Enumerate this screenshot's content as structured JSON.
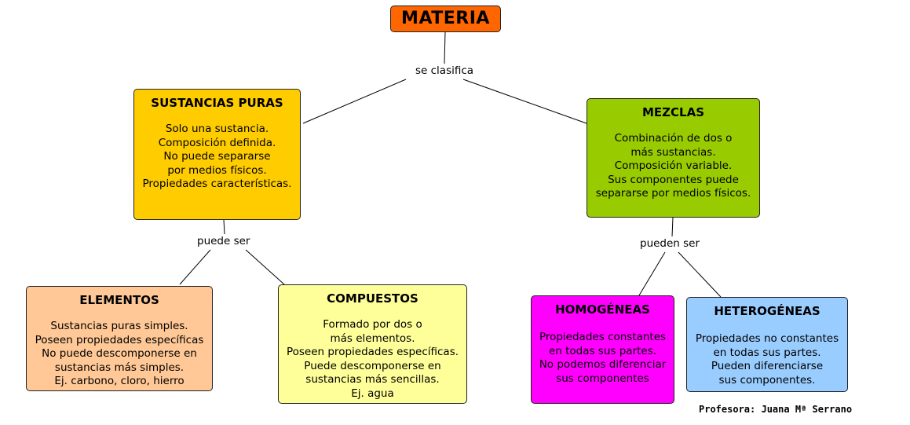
{
  "colors": {
    "materia": "#ff6600",
    "sustancias_puras": "#ffcc00",
    "mezclas": "#99cc00",
    "elementos": "#ffc896",
    "compuestos": "#ffff99",
    "homogeneas": "#ff00ff",
    "heterogeneas": "#99ccff"
  },
  "root": {
    "title": "MATERIA"
  },
  "links": {
    "se_clasifica": "se clasifica",
    "puede_ser": "puede ser",
    "pueden_ser": "pueden ser"
  },
  "nodes": {
    "sustancias_puras": {
      "title": "SUSTANCIAS PURAS",
      "body": "Solo una sustancia.\nComposición definida.\nNo puede separarse\npor medios físicos.\nPropiedades características."
    },
    "mezclas": {
      "title": "MEZCLAS",
      "body": "Combinación de dos o\nmás sustancias.\nComposición variable.\nSus componentes puede\nsepararse por medios físicos."
    },
    "elementos": {
      "title": "ELEMENTOS",
      "body": "Sustancias puras simples.\nPoseen propiedades específicas\nNo puede descomponerse en\nsustancias más simples.\nEj. carbono, cloro, hierro"
    },
    "compuestos": {
      "title": "COMPUESTOS",
      "body": "Formado por dos o\nmás elementos.\nPoseen propiedades específicas.\nPuede descomponerse en\nsustancias más sencillas.\nEj. agua"
    },
    "homogeneas": {
      "title": "HOMOGÉNEAS",
      "body": "Propiedades constantes\nen todas sus partes.\nNo podemos diferenciar\nsus componentes"
    },
    "heterogeneas": {
      "title": "HETEROGÉNEAS",
      "body": "Propiedades no constantes\nen todas sus partes.\nPueden diferenciarse\nsus componentes."
    }
  },
  "author": "Profesora: Juana Mª Serrano"
}
